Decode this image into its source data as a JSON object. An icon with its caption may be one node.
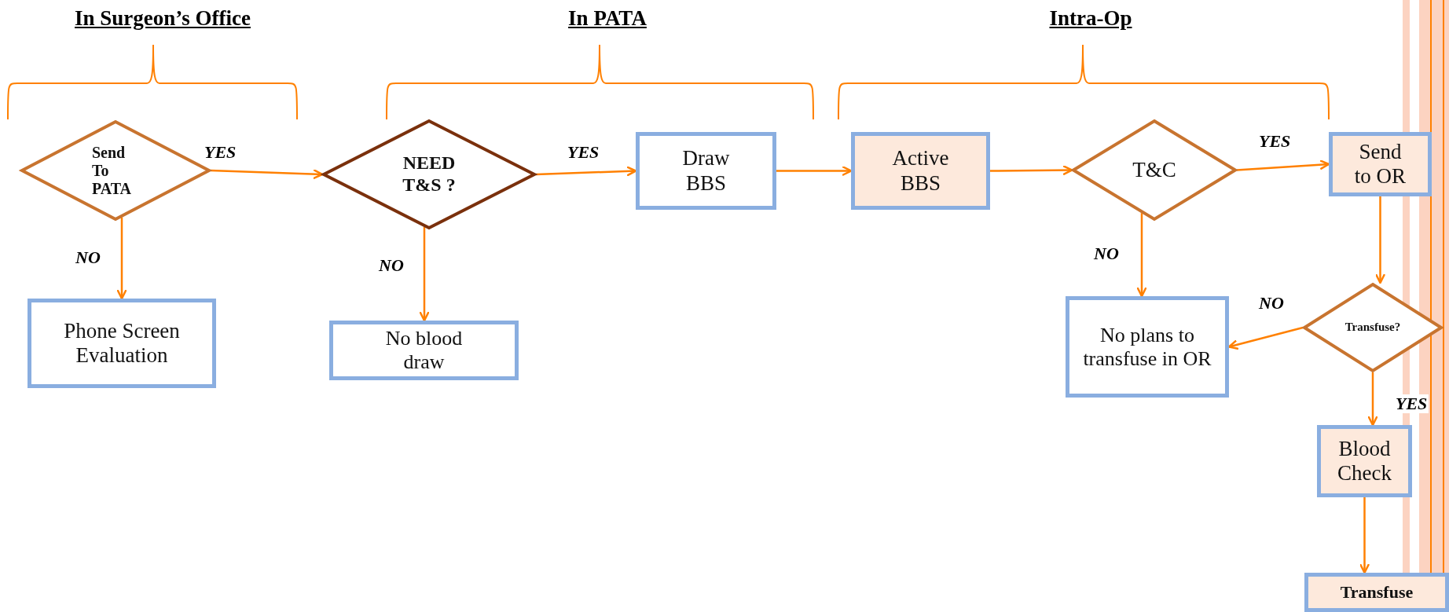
{
  "diagram": {
    "nodes": [
      {
        "text": [
          "Send To PATA"
        ]
      },
      {
        "text": [
          "Phone Screen Evaluation"
        ]
      },
      {
        "text": [
          "NEED T&S ?"
        ]
      },
      {
        "text": [
          "No blood draw"
        ]
      },
      {
        "text": [
          "Draw BBS"
        ]
      },
      {
        "text": [
          "Active BBS"
        ]
      },
      {
        "text": [
          "T&C"
        ]
      },
      {
        "text": [
          "Send to OR"
        ]
      },
      {
        "text": [
          "No plans to transfuse in OR"
        ]
      },
      {
        "text": [
          "Transfuse?"
        ]
      },
      {
        "text": [
          "Blood Check"
        ]
      },
      {
        "text": [
          "Transfuse"
        ]
      }
    ],
    "edges": [
      {
        "from": 0,
        "to": 2,
        "arrow": "to",
        "label": "YES"
      },
      {
        "from": 0,
        "to": 1,
        "arrow": "to",
        "label": "NO"
      },
      {
        "from": 2,
        "to": 4,
        "arrow": "to",
        "label": "YES"
      },
      {
        "from": 2,
        "to": 3,
        "arrow": "to",
        "label": "NO"
      },
      {
        "from": 4,
        "to": 5,
        "arrow": "to"
      },
      {
        "from": 5,
        "to": 6,
        "arrow": "to"
      },
      {
        "from": 6,
        "to": 7,
        "arrow": "to",
        "label": "YES"
      },
      {
        "from": 6,
        "to": 8,
        "arrow": "to",
        "label": "NO"
      },
      {
        "from": 7,
        "to": 9,
        "arrow": "to"
      },
      {
        "from": 9,
        "to": 8,
        "arrow": "to",
        "label": "NO"
      },
      {
        "from": 9,
        "to": 10,
        "arrow": "to",
        "label": "YES"
      },
      {
        "from": 10,
        "to": 11,
        "arrow": "to"
      }
    ],
    "labels": [
      "In Surgeon’s Office",
      "In PATA",
      "Intra-Op"
    ]
  }
}
